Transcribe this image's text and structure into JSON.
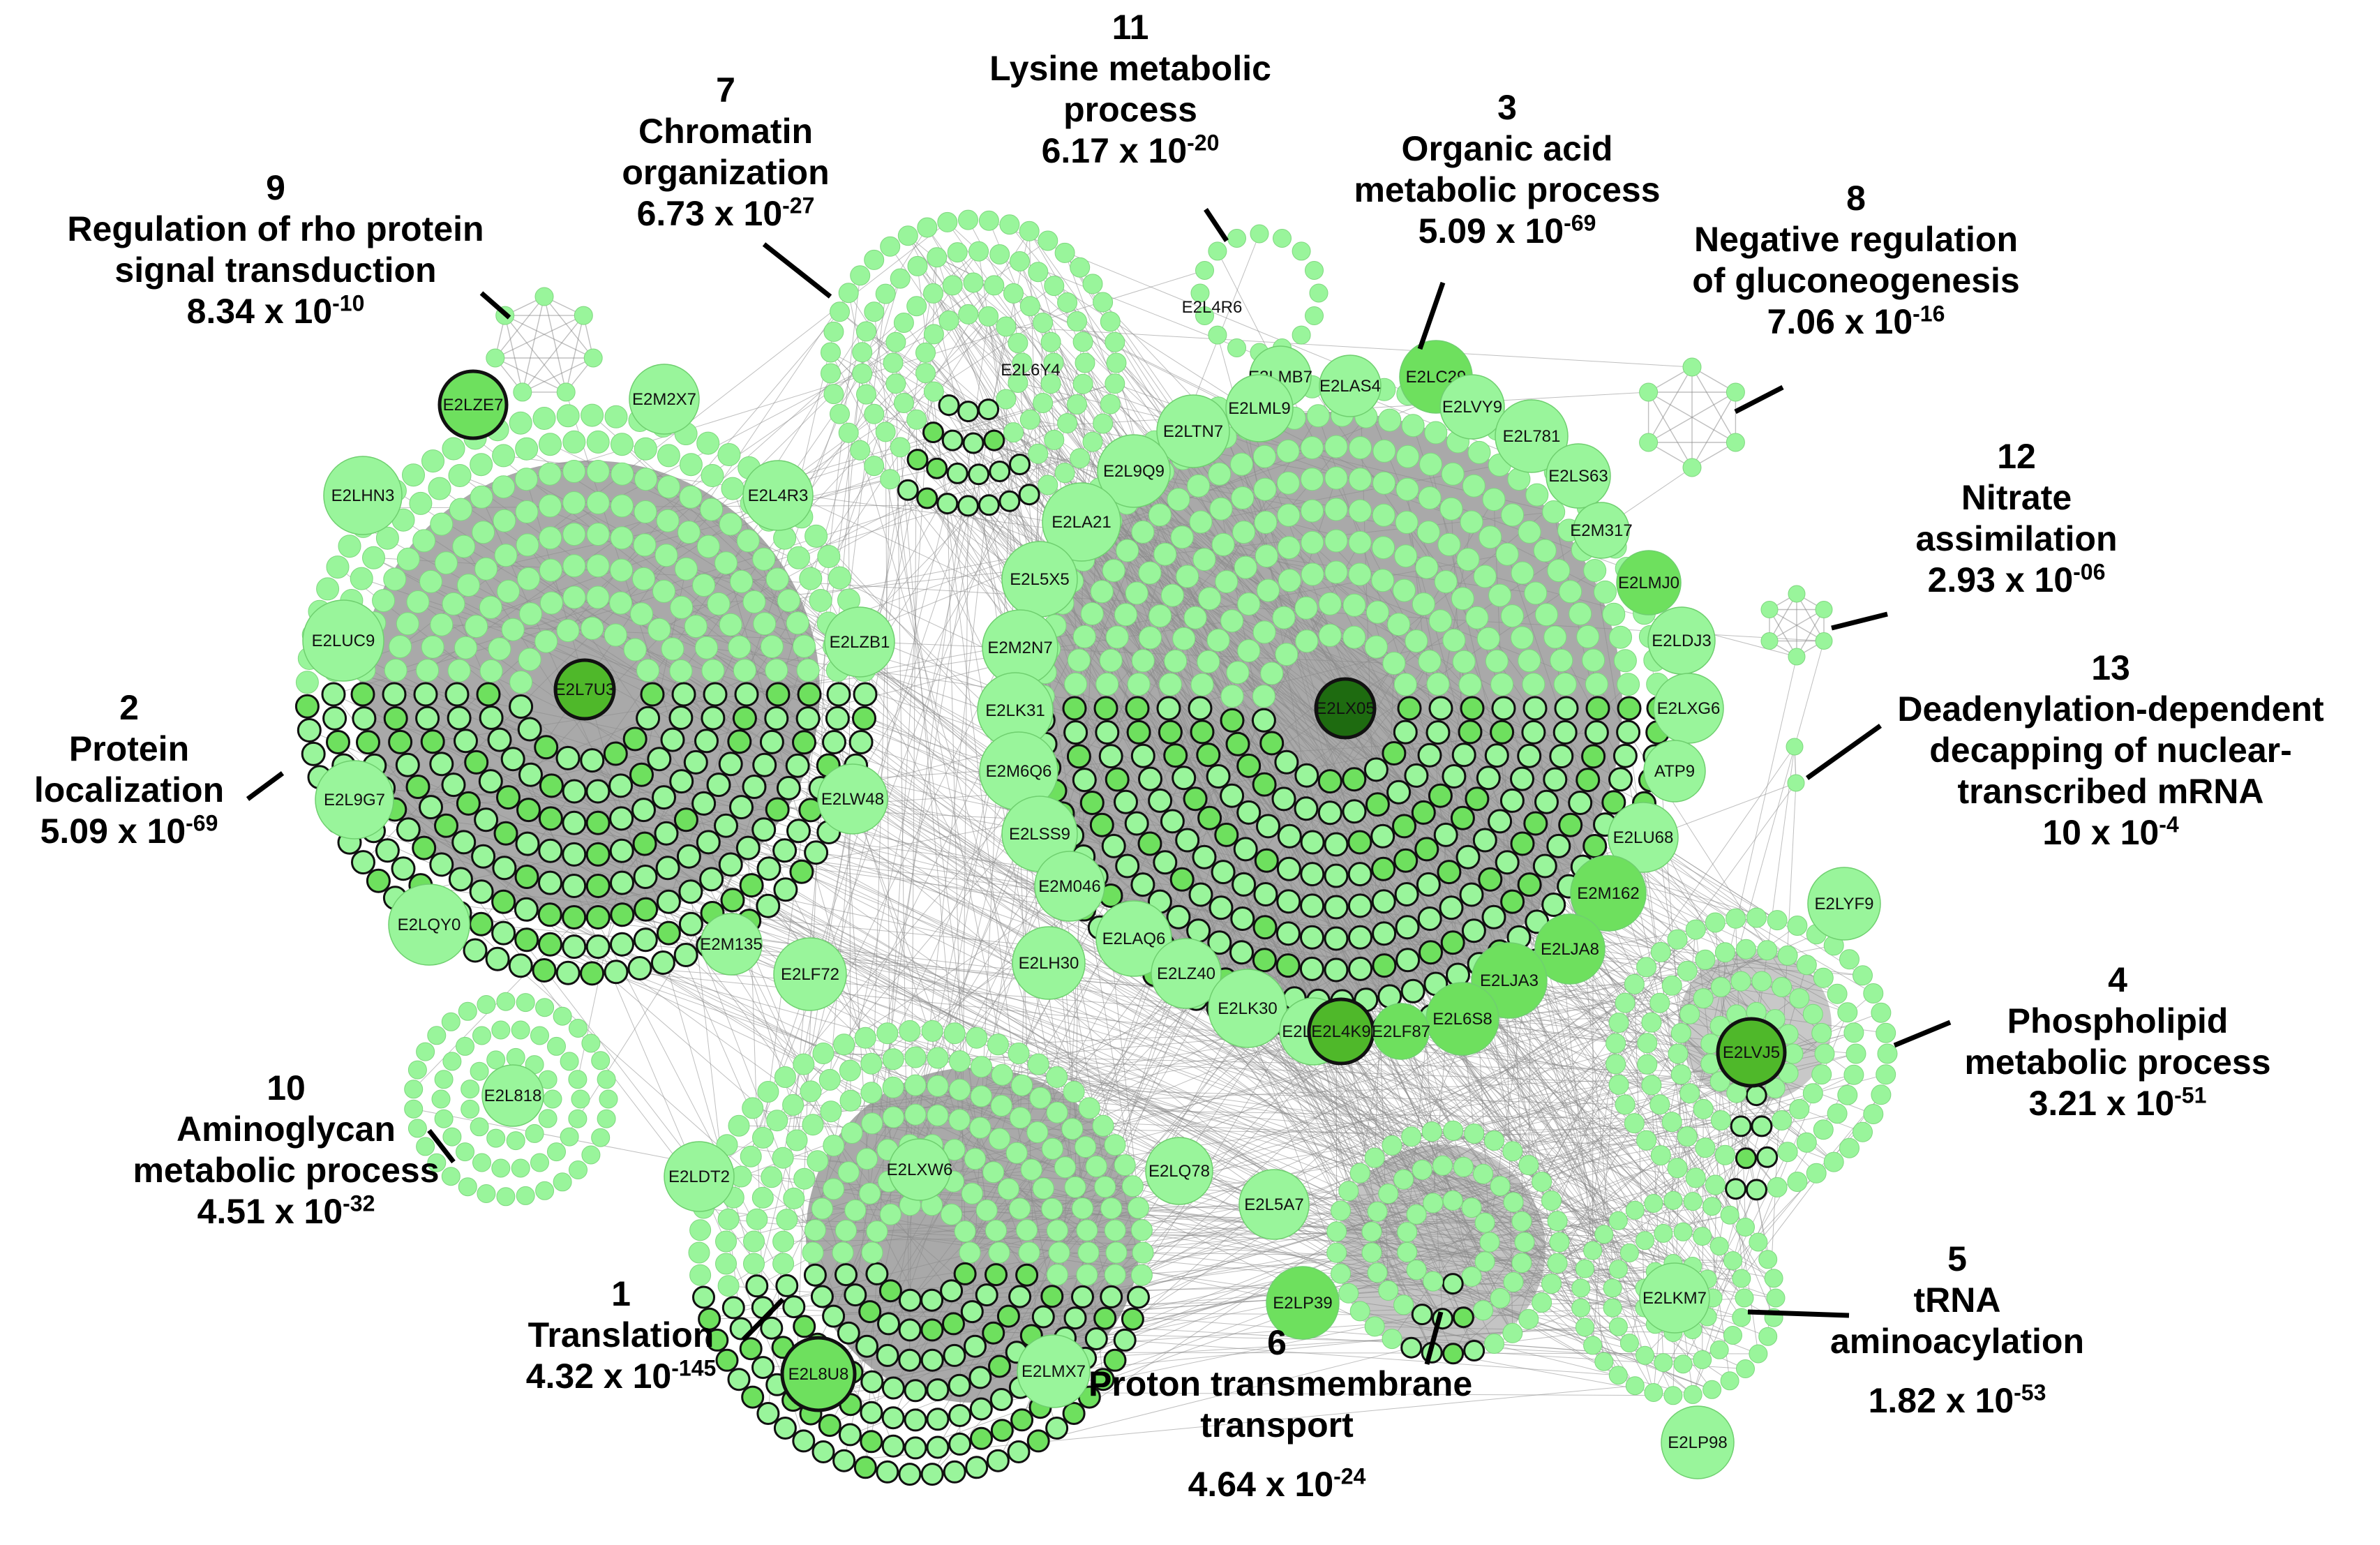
{
  "colors": {
    "node_light": "#99f59b",
    "node_mid": "#6ee05e",
    "node_dark": "#4fb82a",
    "node_darkest": "#1e6b10",
    "edge": "#8a8a8a",
    "stroke": "#222222"
  },
  "modules": [
    {
      "id": "m1",
      "number": "1",
      "lines": [
        "Translation"
      ],
      "p_mantissa": "4.32 x 10",
      "p_exp": "-145"
    },
    {
      "id": "m2",
      "number": "2",
      "lines": [
        "Protein",
        "localization"
      ],
      "p_mantissa": "5.09 x 10",
      "p_exp": "-69"
    },
    {
      "id": "m3",
      "number": "3",
      "lines": [
        "Organic acid",
        "metabolic process"
      ],
      "p_mantissa": "5.09 x 10",
      "p_exp": "-69"
    },
    {
      "id": "m4",
      "number": "4",
      "lines": [
        "Phospholipid",
        "metabolic process"
      ],
      "p_mantissa": "3.21 x 10",
      "p_exp": "-51"
    },
    {
      "id": "m5",
      "number": "5",
      "lines": [
        "tRNA",
        "aminoacylation"
      ],
      "p_mantissa": "1.82 x 10",
      "p_exp": "-53"
    },
    {
      "id": "m6",
      "number": "6",
      "lines": [
        "Proton transmembrane",
        "transport"
      ],
      "p_mantissa": "4.64 x 10",
      "p_exp": "-24"
    },
    {
      "id": "m7",
      "number": "7",
      "lines": [
        "Chromatin",
        "organization"
      ],
      "p_mantissa": "6.73 x 10",
      "p_exp": "-27"
    },
    {
      "id": "m8",
      "number": "8",
      "lines": [
        "Negative regulation",
        "of gluconeogenesis"
      ],
      "p_mantissa": "7.06 x 10",
      "p_exp": "-16"
    },
    {
      "id": "m9",
      "number": "9",
      "lines": [
        "Regulation of rho protein",
        "signal transduction"
      ],
      "p_mantissa": "8.34 x 10",
      "p_exp": "-10"
    },
    {
      "id": "m10",
      "number": "10",
      "lines": [
        "Aminoglycan",
        "metabolic process"
      ],
      "p_mantissa": "4.51 x 10",
      "p_exp": "-32"
    },
    {
      "id": "m11",
      "number": "11",
      "lines": [
        "Lysine metabolic",
        "process"
      ],
      "p_mantissa": "6.17 x 10",
      "p_exp": "-20"
    },
    {
      "id": "m12",
      "number": "12",
      "lines": [
        "Nitrate",
        "assimilation"
      ],
      "p_mantissa": "2.93 x 10",
      "p_exp": "-06"
    },
    {
      "id": "m13",
      "number": "13",
      "lines": [
        "Deadenylation-dependent",
        "decapping of nuclear-",
        "transcribed mRNA"
      ],
      "p_mantissa": "10 x 10",
      "p_exp": "-4"
    }
  ],
  "nodes": [
    "E2L7U3",
    "E2LZE7",
    "E2M2X7",
    "E2LHN3",
    "E2L4R3",
    "E2LUC9",
    "E2LZB1",
    "E2L9G7",
    "E2LW48",
    "E2LQY0",
    "E2M135",
    "E2L6Y4",
    "E2L4R6",
    "E2LX05",
    "E2LMB7",
    "E2LAS4",
    "E2LC29",
    "E2LML9",
    "E2LVY9",
    "E2LTN7",
    "E2L781",
    "E2L9Q9",
    "E2LS63",
    "E2LA21",
    "E2M317",
    "E2L5X5",
    "E2LMJ0",
    "E2M2N7",
    "E2LDJ3",
    "E2LK31",
    "E2LXG6",
    "E2M6Q6",
    "ATP9",
    "E2LSS9",
    "E2LU68",
    "E2M046",
    "E2M162",
    "E2LAQ6",
    "E2LJA8",
    "E2LZ40",
    "E2LJA3",
    "E2LK30",
    "E2LNV2",
    "E2L6S8",
    "E2L4K9",
    "E2LF87",
    "E2LYF9",
    "E2LVJ5",
    "E2L818",
    "E2LXW6",
    "E2LDT2",
    "E2LQ78",
    "E2LF72",
    "E2LH30",
    "E2L5A7",
    "E2LP39",
    "E2LKM7",
    "E2L8U8",
    "E2LMX7",
    "E2LP98"
  ]
}
